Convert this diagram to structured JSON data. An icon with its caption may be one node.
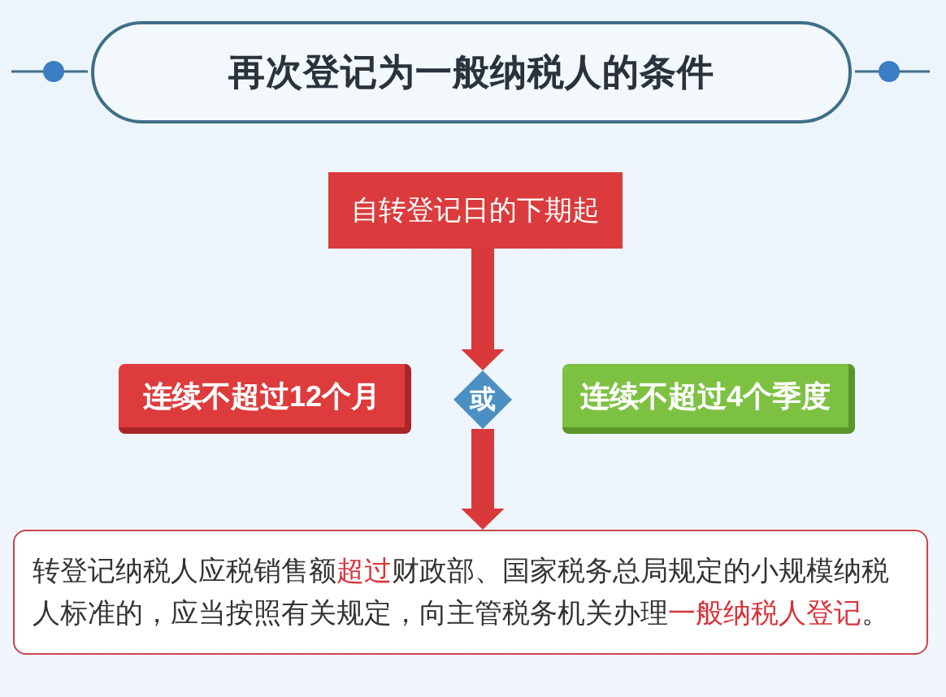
{
  "diagram": {
    "title": "再次登记为一般纳税人的条件",
    "nodes": [
      {
        "text": [
          "自转登记日的下期起"
        ]
      },
      {
        "text": [
          "连续不超过12个月"
        ]
      },
      {
        "text": [
          "或"
        ]
      },
      {
        "text": [
          "连续不超过4个季度"
        ]
      },
      {
        "text": [
          "转登记纳税人应税销售额**超过**财政部、国家税务总局规定的小规模纳税人标准的，应当按照有关规定，向主管税务机关办理**一般纳税人登记**。"
        ]
      }
    ],
    "edges": [
      {
        "from": 0,
        "to": 2,
        "arrow": "to"
      },
      {
        "from": 2,
        "to": 4,
        "arrow": "to"
      }
    ]
  }
}
